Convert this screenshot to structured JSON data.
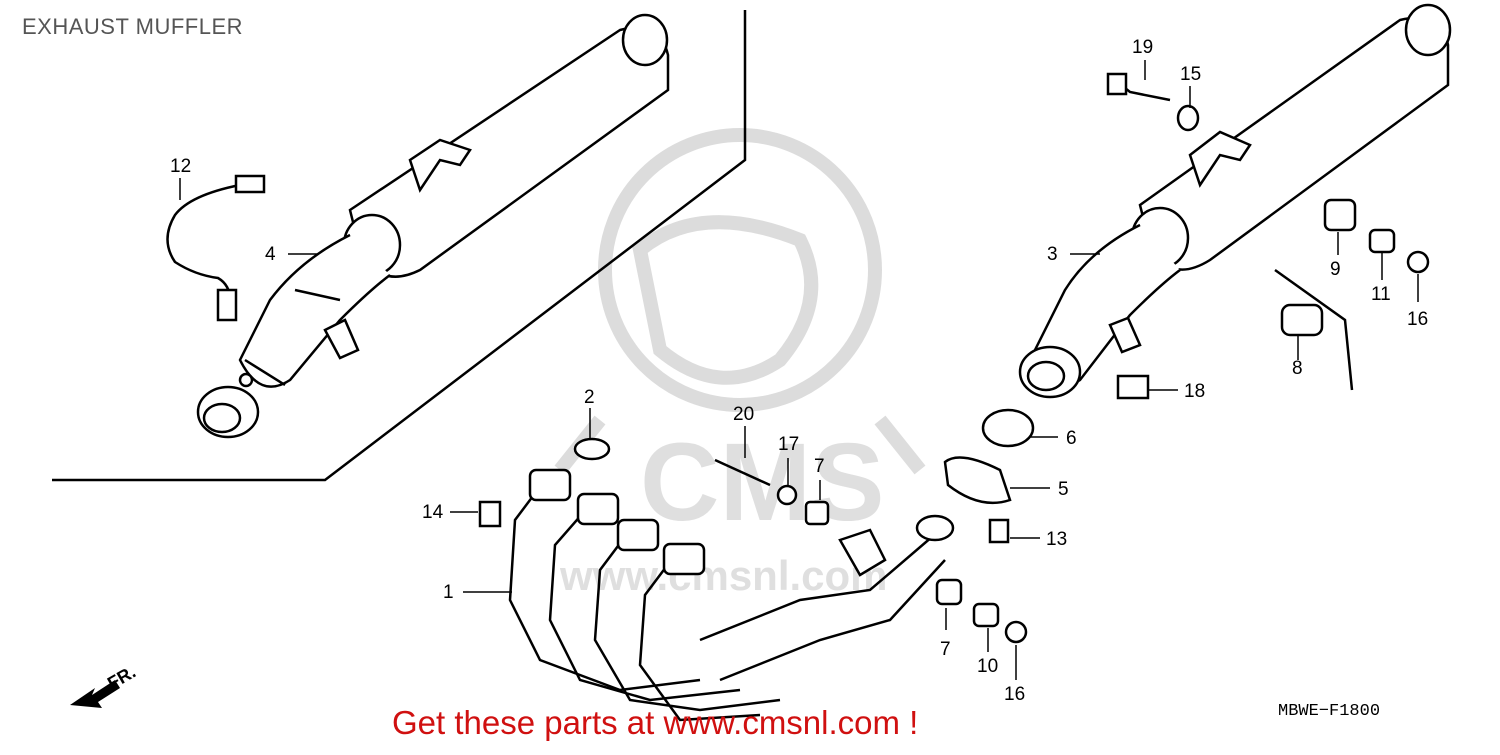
{
  "header": {
    "title": "EXHAUST MUFFLER"
  },
  "footer": {
    "diagram_code": "MBWE−F1800",
    "promo": "Get these parts at www.cmsnl.com !"
  },
  "direction_label": "FR.",
  "watermark": {
    "brand": "CMS",
    "url": "www.cmsnl.com"
  },
  "callouts": [
    {
      "id": "1",
      "label": "1"
    },
    {
      "id": "2",
      "label": "2"
    },
    {
      "id": "3",
      "label": "3"
    },
    {
      "id": "4",
      "label": "4"
    },
    {
      "id": "5",
      "label": "5"
    },
    {
      "id": "6",
      "label": "6"
    },
    {
      "id": "7a",
      "label": "7"
    },
    {
      "id": "7b",
      "label": "7"
    },
    {
      "id": "8",
      "label": "8"
    },
    {
      "id": "9",
      "label": "9"
    },
    {
      "id": "10",
      "label": "10"
    },
    {
      "id": "11",
      "label": "11"
    },
    {
      "id": "12",
      "label": "12"
    },
    {
      "id": "13",
      "label": "13"
    },
    {
      "id": "14",
      "label": "14"
    },
    {
      "id": "15",
      "label": "15"
    },
    {
      "id": "16a",
      "label": "16"
    },
    {
      "id": "16b",
      "label": "16"
    },
    {
      "id": "17",
      "label": "17"
    },
    {
      "id": "18",
      "label": "18"
    },
    {
      "id": "19",
      "label": "19"
    },
    {
      "id": "20",
      "label": "20"
    }
  ],
  "colors": {
    "line": "#000000",
    "watermark": "#d9d9d9",
    "promo": "#d01010",
    "title": "#555555"
  }
}
